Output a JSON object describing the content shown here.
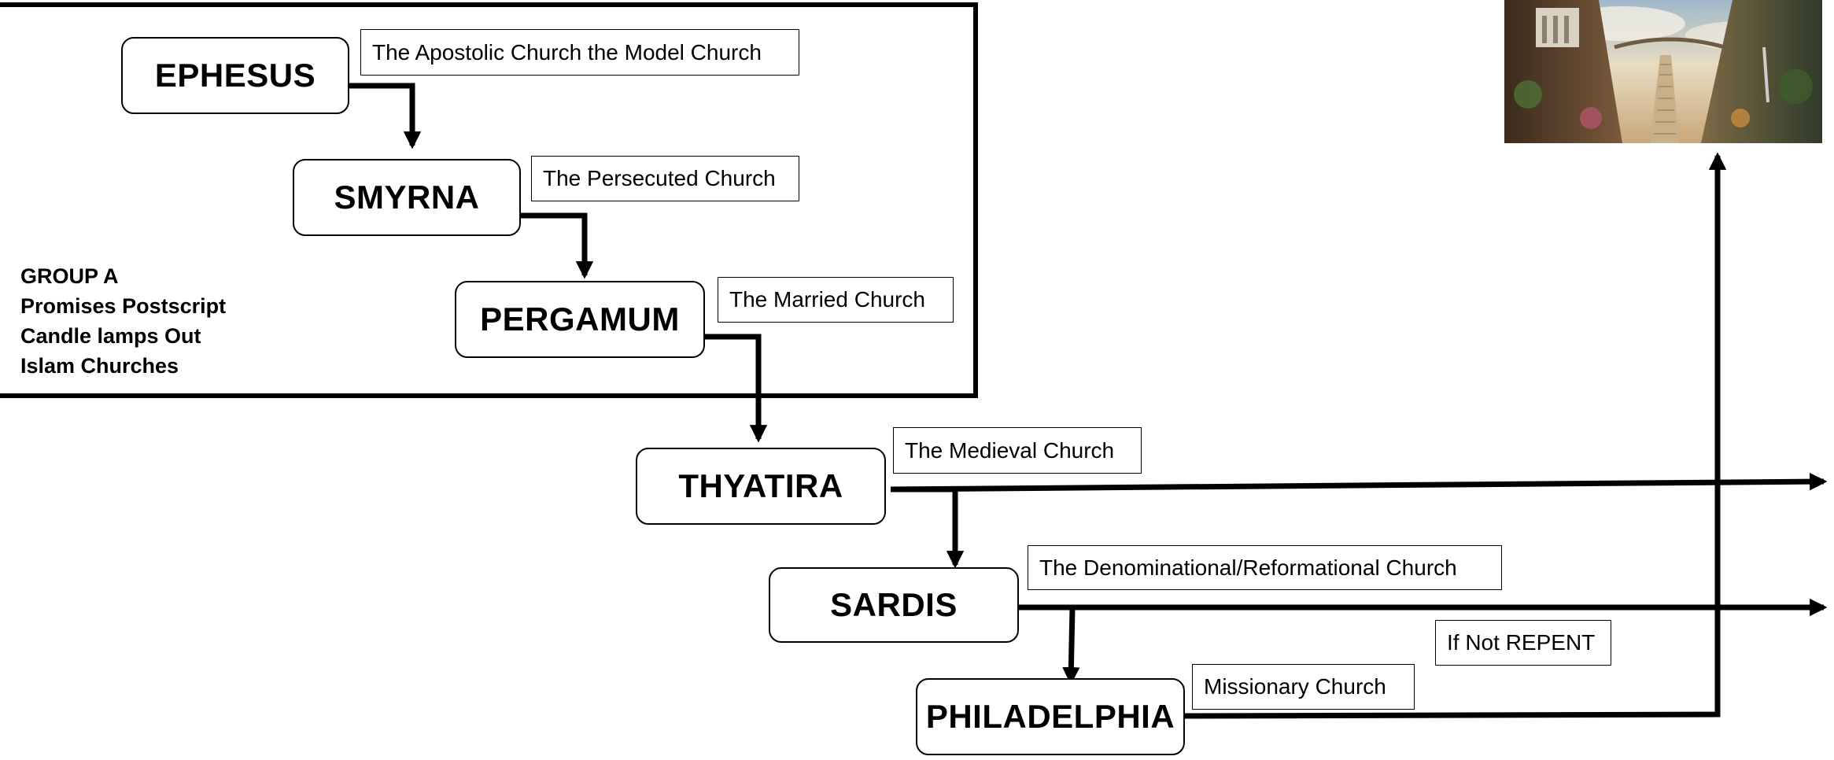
{
  "group_note": {
    "lines": [
      "GROUP A",
      "Promises Postscript",
      "Candle lamps Out",
      "Islam Churches"
    ]
  },
  "churches": {
    "ephesus": {
      "name": "EPHESUS",
      "description": "The Apostolic Church the Model Church"
    },
    "smyrna": {
      "name": "SMYRNA",
      "description": "The Persecuted Church"
    },
    "pergamum": {
      "name": "PERGAMUM",
      "description": "The Married Church"
    },
    "thyatira": {
      "name": "THYATIRA",
      "description": "The Medieval Church"
    },
    "sardis": {
      "name": "SARDIS",
      "description": "The Denominational/Reformational Church"
    },
    "philadelphia": {
      "name": "PHILADELPHIA",
      "description": "Missionary Church"
    }
  },
  "condition_label": "If Not REPENT",
  "colors": {
    "line": "#000000",
    "box_border": "#000000",
    "background": "#ffffff"
  }
}
